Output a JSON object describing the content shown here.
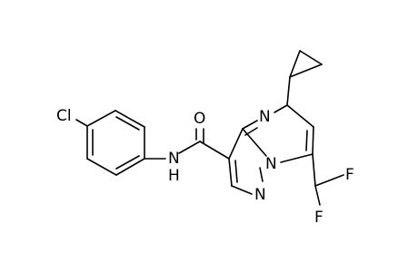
{
  "molecule": {
    "atom_labels": {
      "chlorine": "Cl",
      "amide_nitrogen": "N",
      "amide_hydrogen": "H",
      "carbonyl_oxygen": "O",
      "pyrimidine_nitrogen": "N",
      "bridgehead_nitrogen": "N",
      "pyrazole_nitrogen": "N",
      "fluorine_upper": "F",
      "fluorine_lower": "F"
    }
  }
}
